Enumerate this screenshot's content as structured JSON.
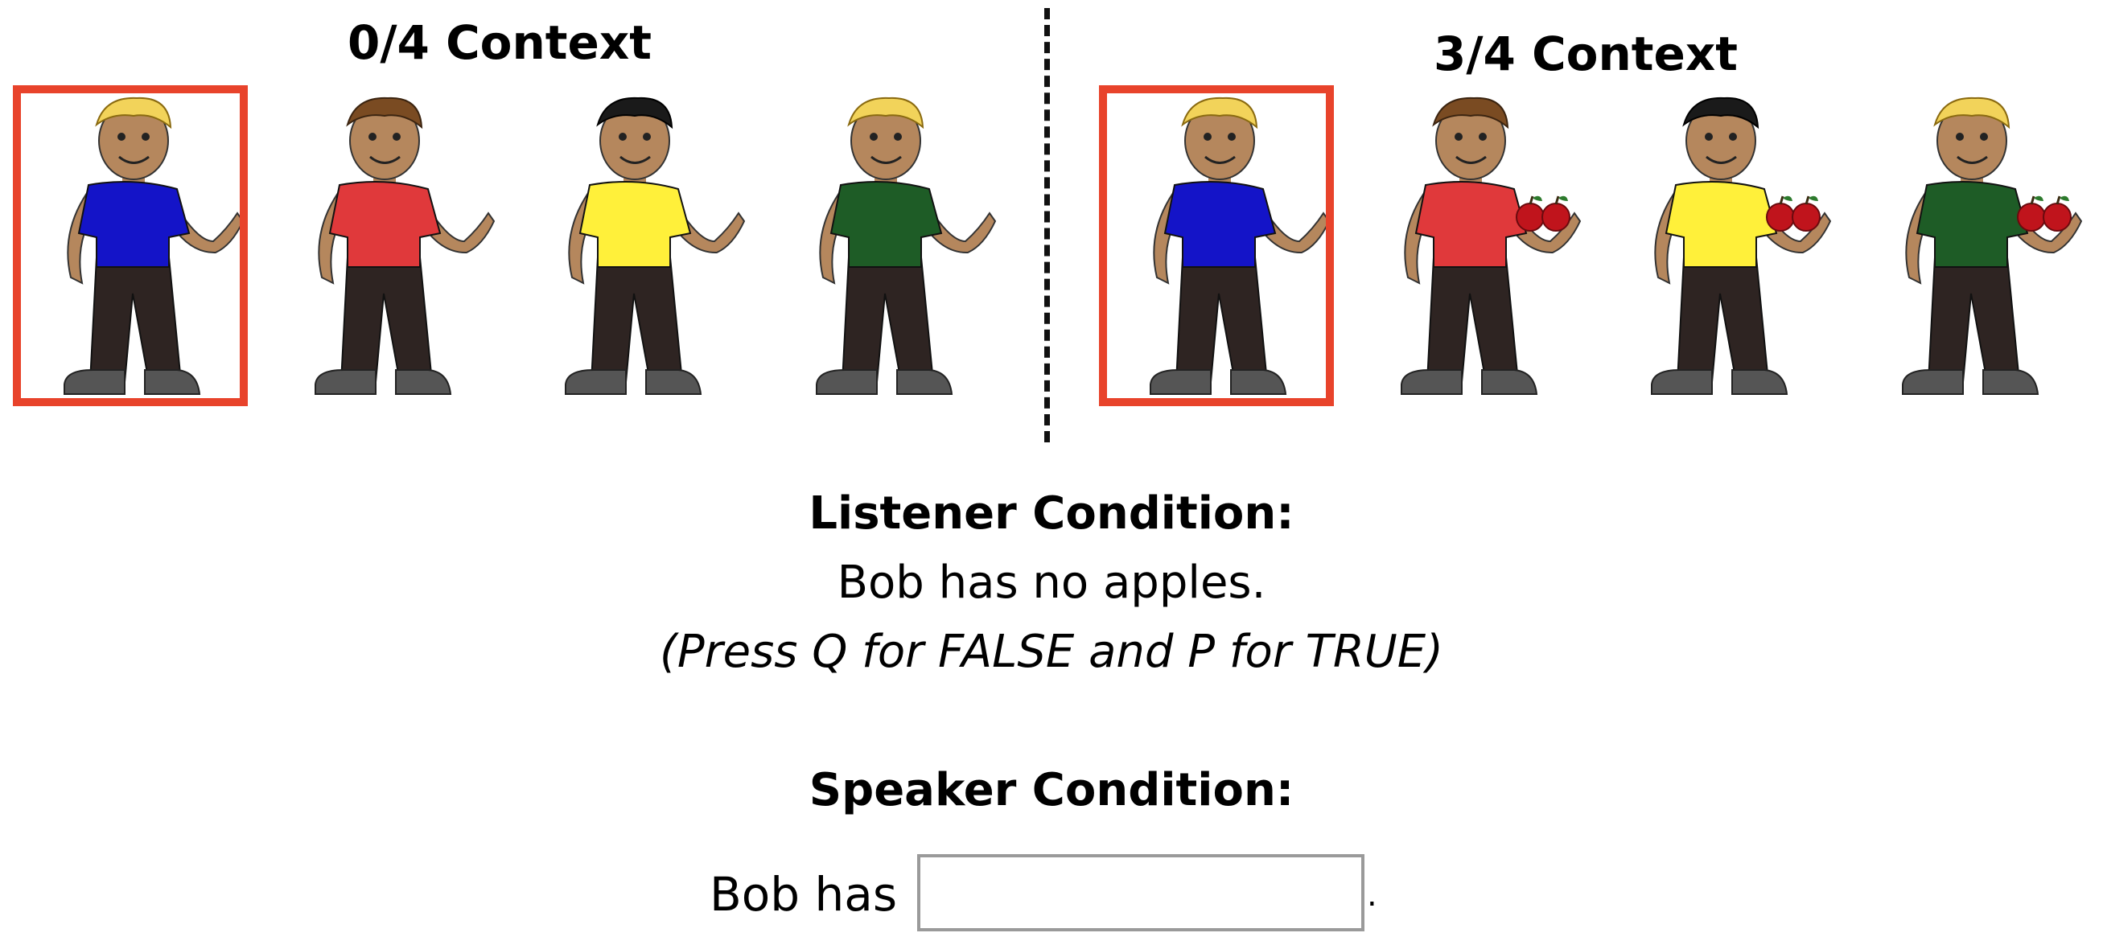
{
  "panels": [
    {
      "title": "0/4 Context",
      "selected_index": 0
    },
    {
      "title": "3/4 Context",
      "selected_index": 0
    }
  ],
  "colors": {
    "highlight": "#e8432b",
    "shirt_blue": "#1414c8",
    "shirt_red": "#e0393b",
    "shirt_yellow": "#fff03a",
    "shirt_green": "#1e5c26",
    "pants": "#2e2422",
    "skin": "#b5875d",
    "apple": "#c0141c"
  },
  "listener": {
    "heading": "Listener Condition:",
    "sentence": "Bob has no apples.",
    "instruction": "(Press Q for FALSE and P for TRUE)"
  },
  "speaker": {
    "heading": "Speaker Condition:",
    "prompt": "Bob has",
    "input_value": "",
    "terminal": "."
  }
}
